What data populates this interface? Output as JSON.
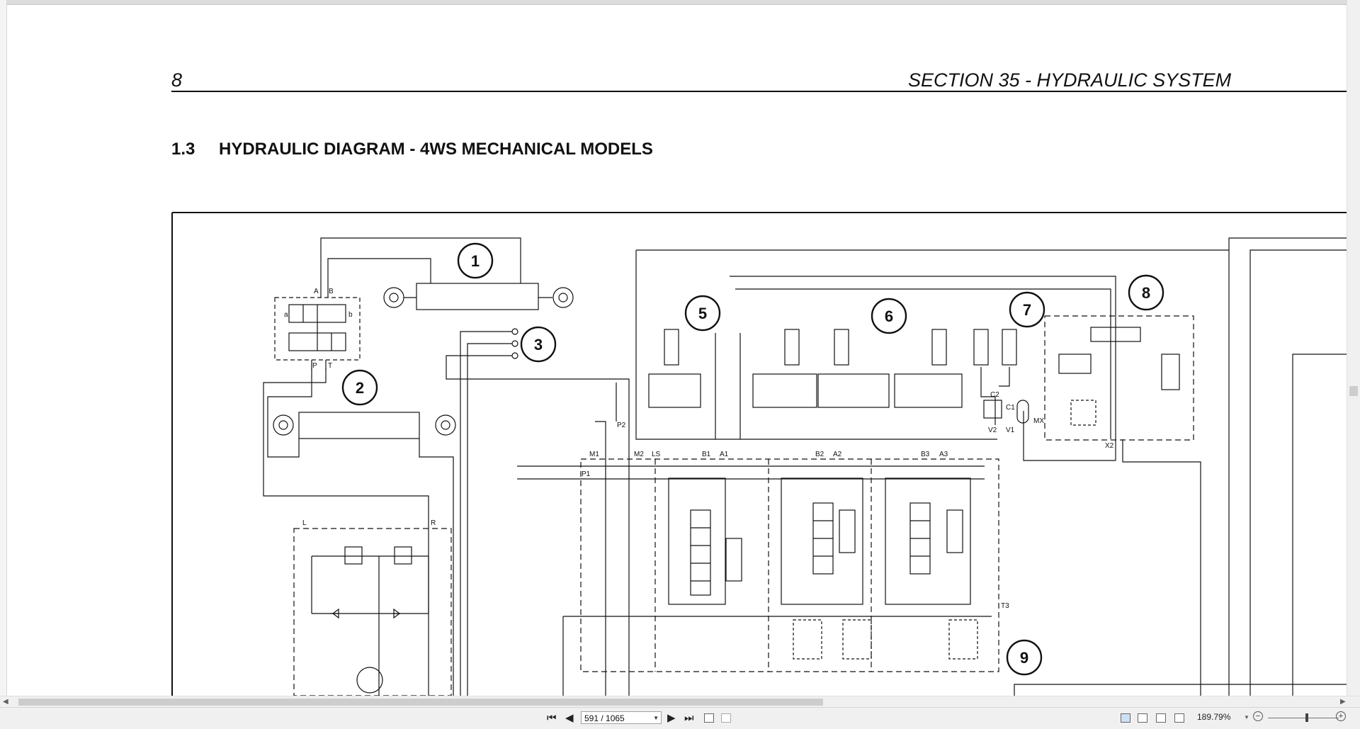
{
  "document": {
    "page_number": "8",
    "section_title": "SECTION 35 - HYDRAULIC SYSTEM",
    "heading_number": "1.3",
    "heading_text": "HYDRAULIC DIAGRAM - 4WS MECHANICAL MODELS"
  },
  "diagram": {
    "callouts": [
      "1",
      "2",
      "3",
      "5",
      "6",
      "7",
      "8",
      "9"
    ],
    "port_labels": {
      "a": "a",
      "b": "b",
      "A": "A",
      "B": "B",
      "P": "P",
      "T": "T",
      "L": "L",
      "R": "R",
      "M1": "M1",
      "M2": "M2",
      "LS": "LS",
      "P1": "P1",
      "P2": "P2",
      "B1": "B1",
      "A1": "A1",
      "B2": "B2",
      "A2": "A2",
      "B3": "B3",
      "A3": "A3",
      "T3": "T3",
      "MX": "MX",
      "X2": "X2",
      "C1": "C1",
      "C2": "C2",
      "V1": "V1",
      "V2": "V2"
    }
  },
  "statusbar": {
    "page_indicator": "591 / 1065",
    "zoom": "189.79%",
    "icons": [
      "first-page-icon",
      "prev-page-icon",
      "next-page-icon",
      "last-page-icon",
      "prev-view-icon",
      "next-view-icon",
      "single-page-icon",
      "continuous-icon",
      "facing-icon",
      "continuous-facing-icon",
      "zoom-out-icon",
      "zoom-in-icon"
    ]
  },
  "colors": {
    "ink": "#111111",
    "chrome": "#f0f0f0",
    "scroll_thumb": "#cdcdcd"
  }
}
